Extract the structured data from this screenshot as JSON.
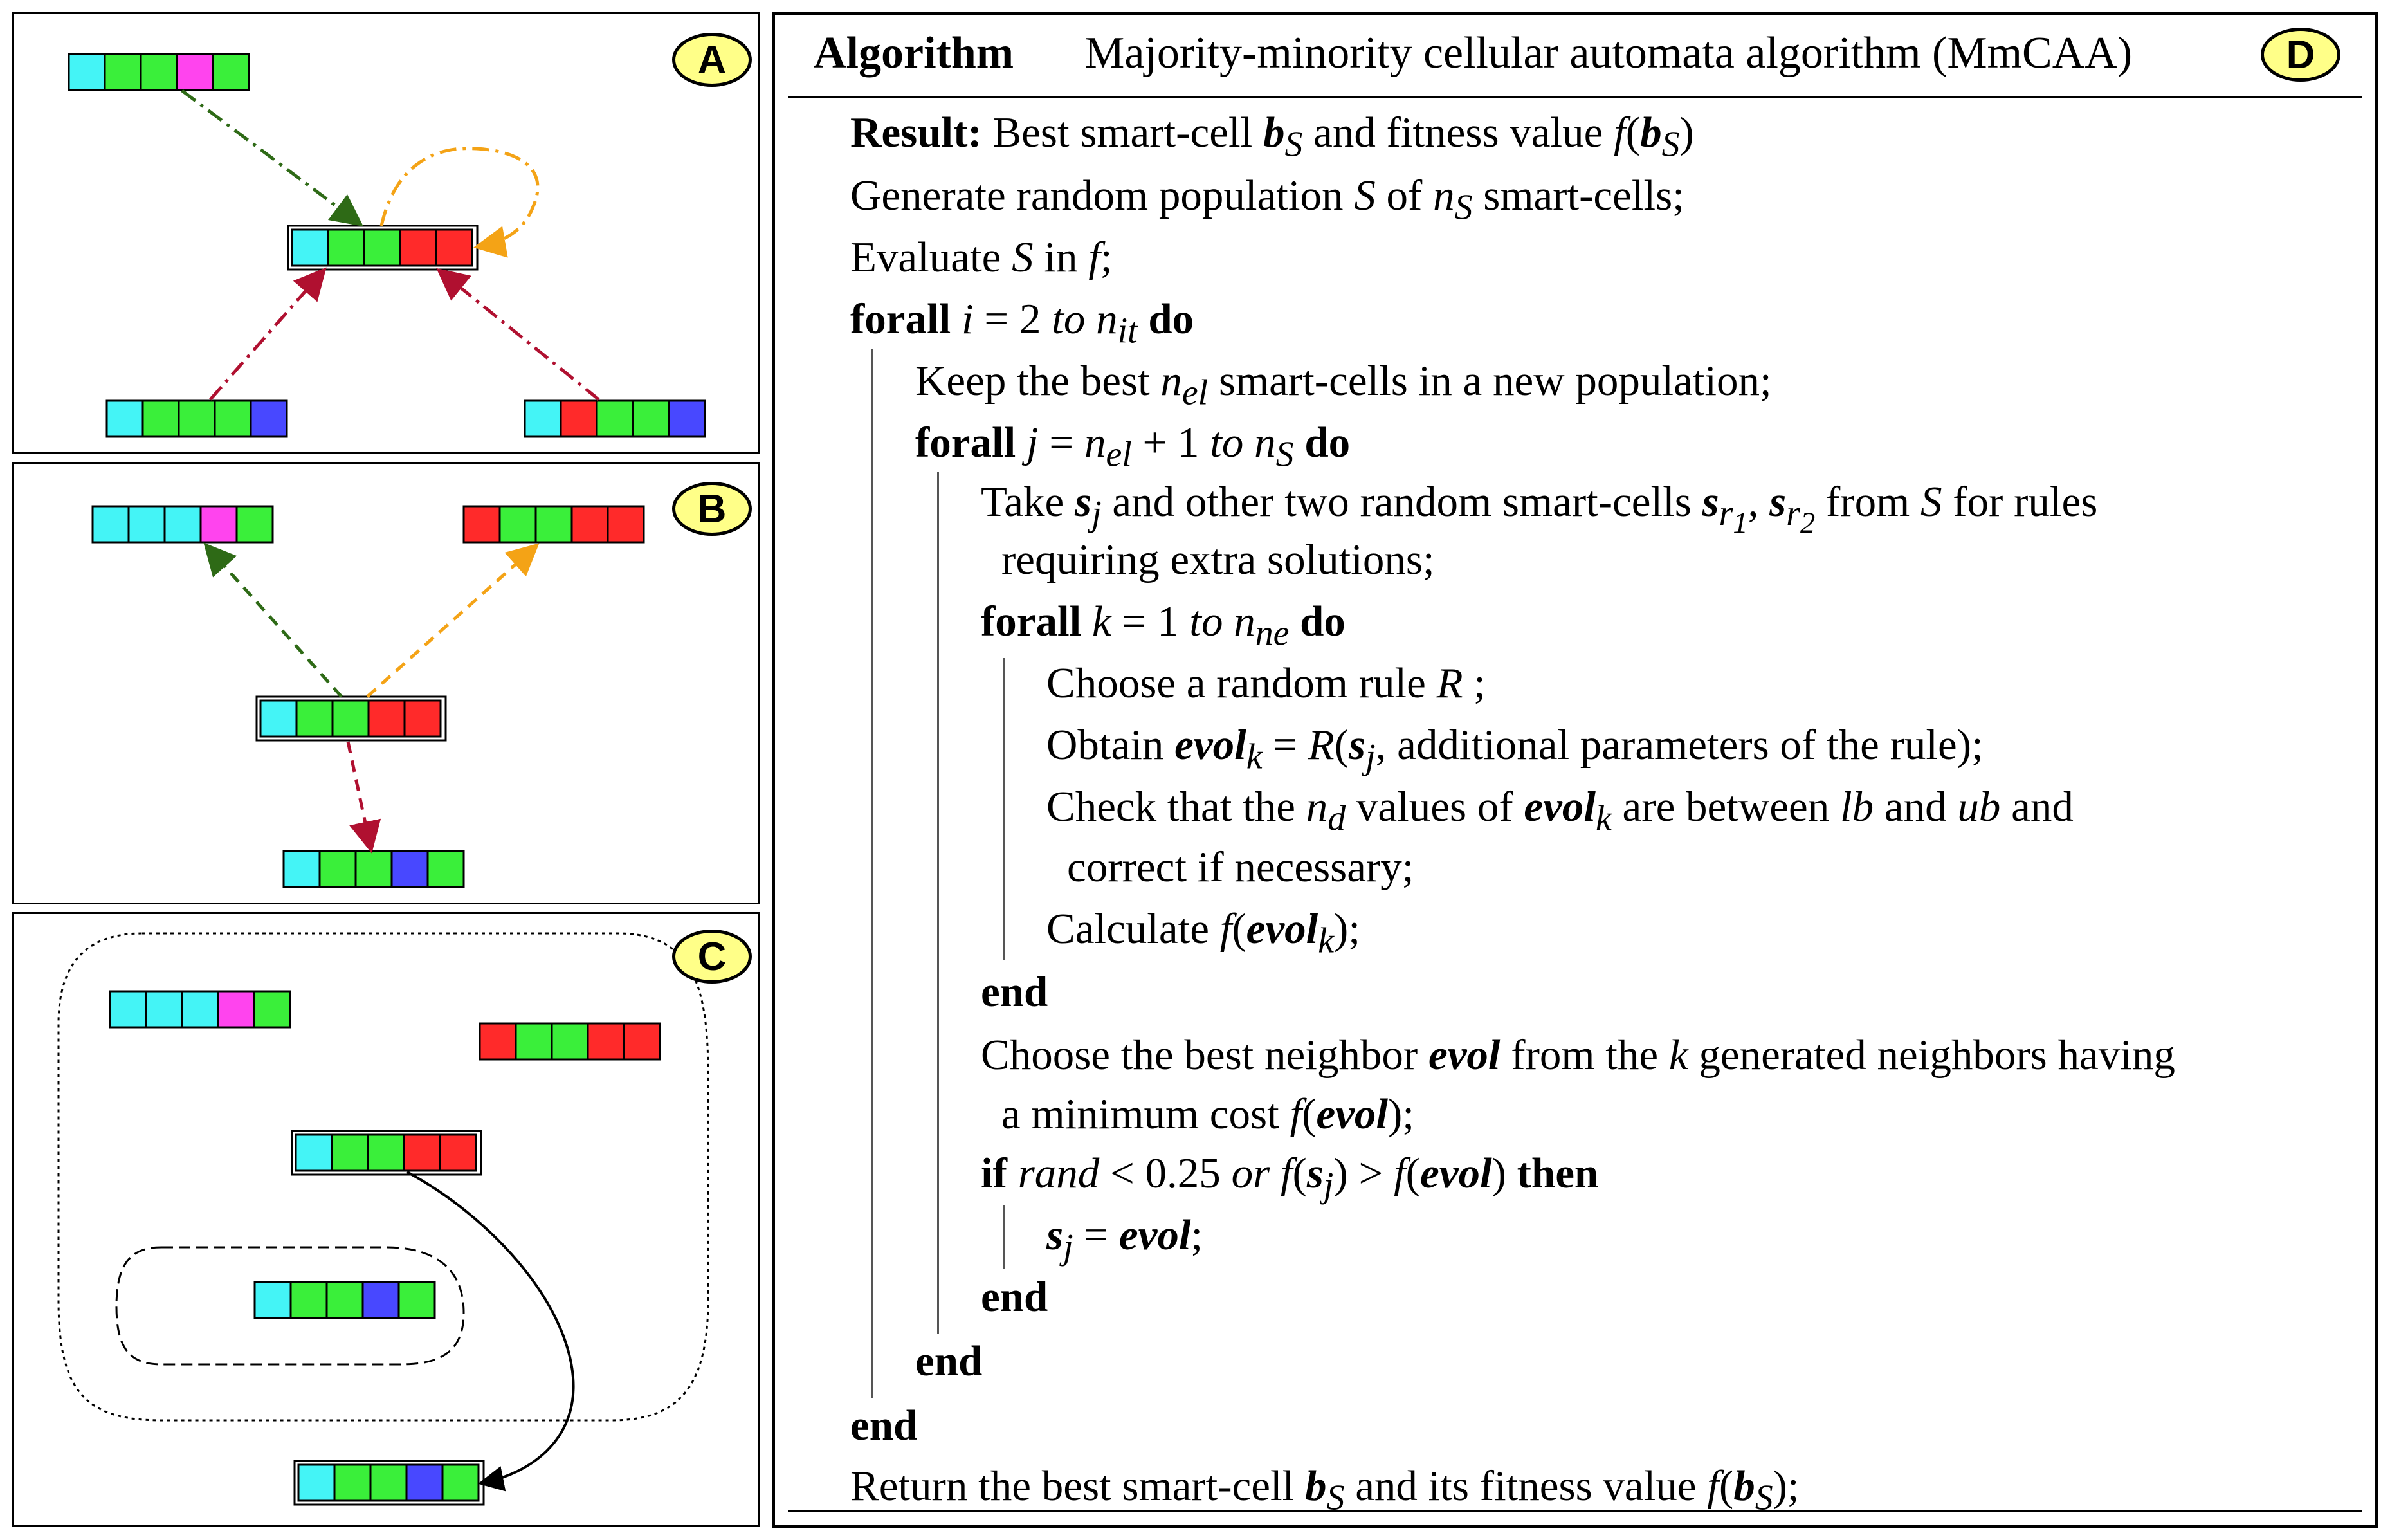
{
  "panels": [
    {
      "id": "A",
      "label": "A"
    },
    {
      "id": "B",
      "label": "B"
    },
    {
      "id": "C",
      "label": "C"
    },
    {
      "id": "D",
      "label": "D"
    }
  ],
  "colors": {
    "cyan": "#44f4f6",
    "green": "#3aef3a",
    "magenta": "#ff44ee",
    "red": "#ff2a2a",
    "blue": "#4848ff",
    "arrow_darkgreen": "#2e6a16",
    "arrow_orange": "#f4a316",
    "arrow_crimson": "#b01030",
    "badge_fill": "#ffff88"
  },
  "algorithm": {
    "heading": "Algorithm",
    "title": "Majority-minority cellular automata algorithm (MmCAA)",
    "result_kw": "Result:",
    "result_text": "Best smart-cell",
    "result_and": "and fitness value",
    "l_generate": "Generate random population",
    "l_generate_of": "of",
    "l_generate_end": "smart-cells;",
    "l_evaluate": "Evaluate",
    "l_evaluate_in": "in",
    "forall": "forall",
    "do": "do",
    "to": "to",
    "end": "end",
    "if": "if",
    "then": "then",
    "or": "or",
    "l_keep_a": "Keep the best",
    "l_keep_b": "smart-cells in a new population;",
    "l_take_a": "Take",
    "l_take_b": "and other two random smart-cells",
    "l_take_c": "from",
    "l_take_d": "for rules",
    "l_take_cont": "requiring extra solutions;",
    "l_choose_rule": "Choose a random rule",
    "l_obtain": "Obtain",
    "l_obtain_b": "additional parameters of the rule);",
    "l_check_a": "Check that the",
    "l_check_b": "values of",
    "l_check_c": "are between",
    "l_check_d": "and",
    "l_check_cont": "correct if necessary;",
    "l_calc": "Calculate",
    "l_choose_best_a": "Choose the best neighbor",
    "l_choose_best_b": "from the",
    "l_choose_best_c": "generated neighbors having",
    "l_choose_best_cont": "a minimum cost",
    "l_return_a": "Return the best smart-cell",
    "l_return_b": "and its fitness value"
  }
}
